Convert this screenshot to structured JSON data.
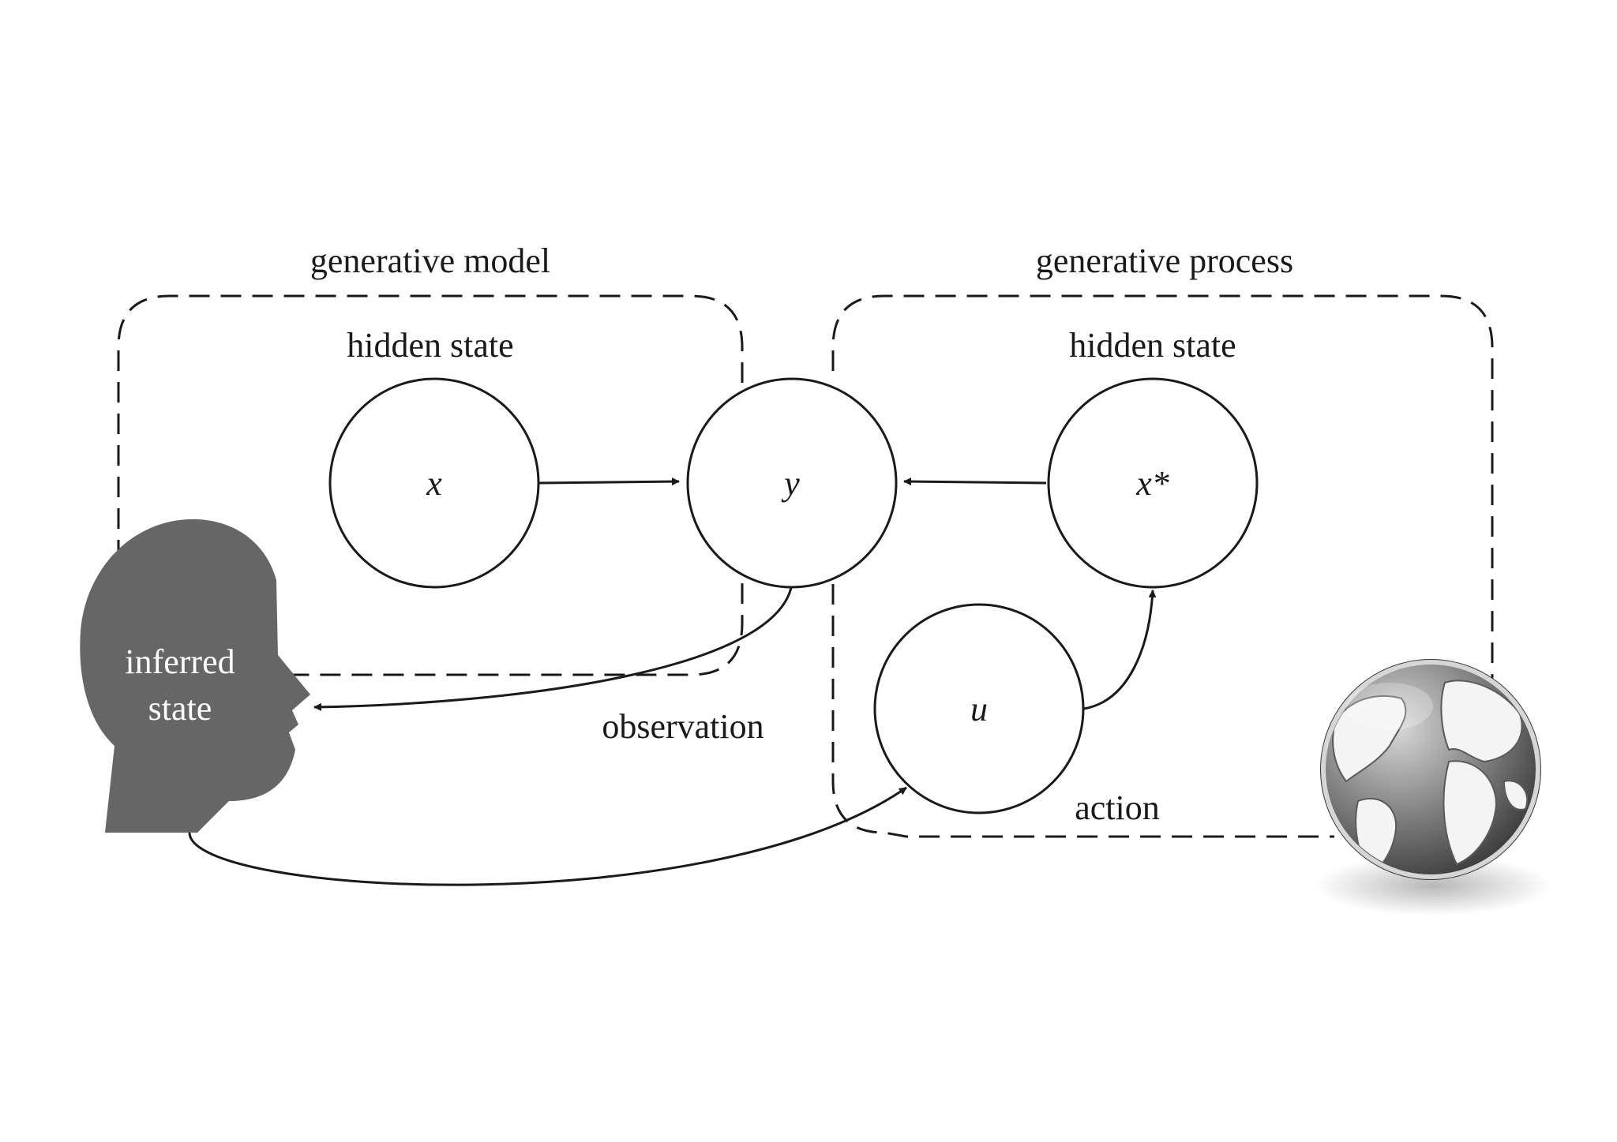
{
  "labels": {
    "generative_model": "generative model",
    "generative_process": "generative process",
    "hidden_state_model": "hidden state",
    "hidden_state_process": "hidden state",
    "observation": "observation",
    "action": "action",
    "inferred_line1": "inferred",
    "inferred_line2": "state"
  },
  "nodes": {
    "x": "x",
    "y": "y",
    "x_star": "x*",
    "u": "u"
  },
  "colors": {
    "stroke": "#1a1a1a",
    "head_fill": "#666666",
    "globe_dark": "#6e6e6e",
    "globe_land": "#f4f4f4",
    "background": "#ffffff"
  },
  "icons": {
    "head": "human-head-silhouette-icon",
    "globe": "world-globe-icon"
  }
}
